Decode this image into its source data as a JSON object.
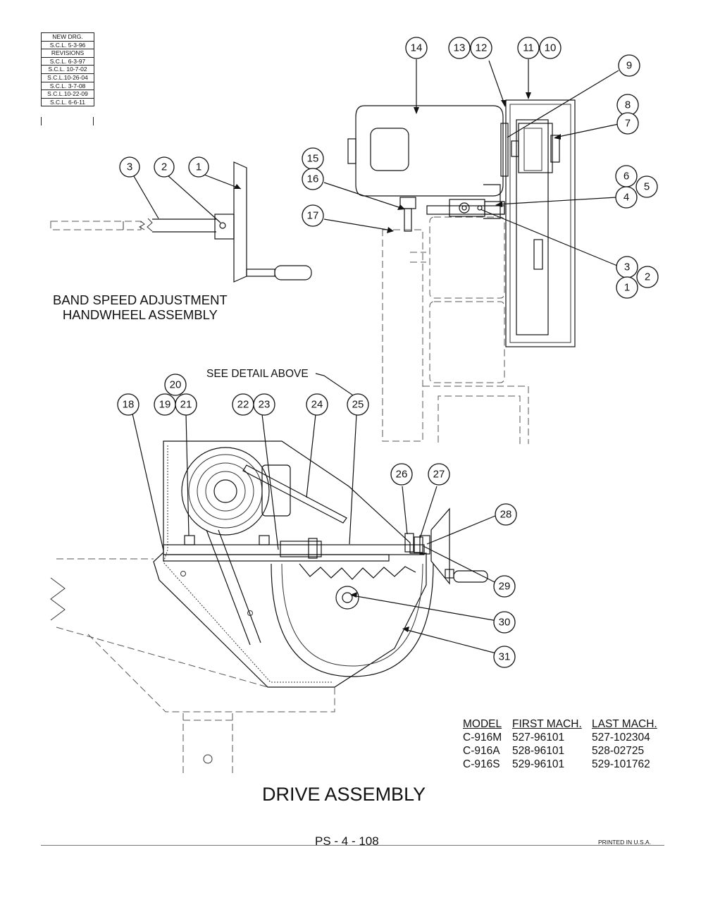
{
  "revisions": {
    "items": [
      "NEW DRG.",
      "S.C.L. 5-3-96",
      "REVISIONS",
      "S.C.L. 6-3-97",
      "S.C.L. 10-7-02",
      "S.C.L.10-26-04",
      "S.C.L. 3-7-08",
      "S.C.L.10-22-09",
      "S.C.L. 6-6-11"
    ]
  },
  "band_speed_title": {
    "line1": "BAND SPEED ADJUSTMENT",
    "line2": "HANDWHEEL ASSEMBLY"
  },
  "see_detail": "SEE DETAIL ABOVE",
  "title": "DRIVE ASSEMBLY",
  "page_number": "PS - 4 - 108",
  "printed": "PRINTED IN U.S.A.",
  "model_table": {
    "headers": [
      "MODEL",
      "FIRST MACH.",
      "LAST MACH."
    ],
    "rows": [
      [
        "C-916M",
        "527-96101",
        "527-102304"
      ],
      [
        "C-916A",
        "528-96101",
        "528-02725"
      ],
      [
        "C-916S",
        "529-96101",
        "529-101762"
      ]
    ]
  },
  "callouts": {
    "c1a": "1",
    "c2a": "2",
    "c3a": "3",
    "c14": "14",
    "c13": "13",
    "c12": "12",
    "c11": "11",
    "c10": "10",
    "c9": "9",
    "c8": "8",
    "c7": "7",
    "c6": "6",
    "c5": "5",
    "c4": "4",
    "c15": "15",
    "c16": "16",
    "c17": "17",
    "c3b": "3",
    "c2b": "2",
    "c1b": "1",
    "c18": "18",
    "c19": "19",
    "c20": "20",
    "c21": "21",
    "c22": "22",
    "c23": "23",
    "c24": "24",
    "c25": "25",
    "c26": "26",
    "c27": "27",
    "c28": "28",
    "c29": "29",
    "c30": "30",
    "c31": "31"
  }
}
